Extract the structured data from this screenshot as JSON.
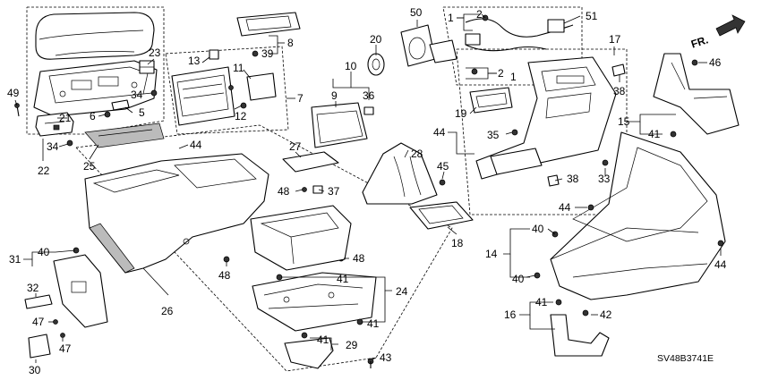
{
  "direction_label": "FR.",
  "diagram_code": "SV48B3741E",
  "callouts": [
    "1",
    "2",
    "2",
    "1",
    "5",
    "6",
    "7",
    "8",
    "9",
    "10",
    "11",
    "12",
    "13",
    "14",
    "15",
    "16",
    "17",
    "18",
    "19",
    "20",
    "21",
    "22",
    "23",
    "24",
    "25",
    "26",
    "27",
    "28",
    "29",
    "30",
    "31",
    "32",
    "33",
    "34",
    "34",
    "35",
    "36",
    "37",
    "38",
    "38",
    "39",
    "40",
    "40",
    "40",
    "41",
    "41",
    "41",
    "41",
    "41",
    "42",
    "43",
    "44",
    "44",
    "44",
    "44",
    "45",
    "46",
    "47",
    "47",
    "48",
    "48",
    "48",
    "49",
    "50",
    "51"
  ]
}
